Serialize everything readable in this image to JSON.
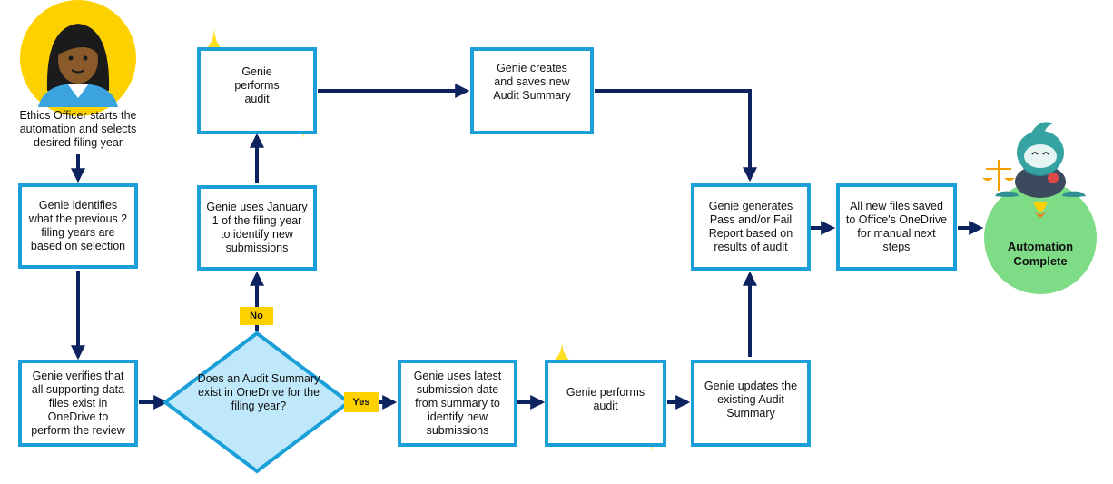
{
  "start": {
    "text": "Ethics Officer starts the automation and selects desired filing year"
  },
  "steps": {
    "identify_years": "Genie identifies what the previous 2 filing years are based on selection",
    "verify_files": "Genie verifies that all supporting data files exist in OneDrive to perform the review",
    "decision": "Does an Audit Summary exist in OneDrive for the filing year?",
    "no_label": "No",
    "yes_label": "Yes",
    "use_jan1": "Genie uses January 1 of the filing year to identify new submissions",
    "audit_top": "Genie performs audit",
    "create_summary": "Genie creates and saves new Audit Summary",
    "use_latest": "Genie uses latest submission date from summary to identify new submissions",
    "audit_bottom": "Genie performs audit",
    "update_summary": "Genie updates the existing Audit Summary",
    "generate_report": "Genie generates Pass and/or Fail Report based on results of audit",
    "save_files": "All new files saved to Office's OneDrive for manual next steps",
    "complete": "Automation Complete"
  },
  "colors": {
    "box_border": "#1a9fd8",
    "arrow": "#0d2360",
    "diamond_fill": "#bfe9fb",
    "tag": "#fdd100",
    "complete": "#7ddc85",
    "sparkle": "#fde021"
  },
  "icons": [
    "ethics-officer-avatar",
    "genie-robot-mascot",
    "sparkle-icon"
  ]
}
